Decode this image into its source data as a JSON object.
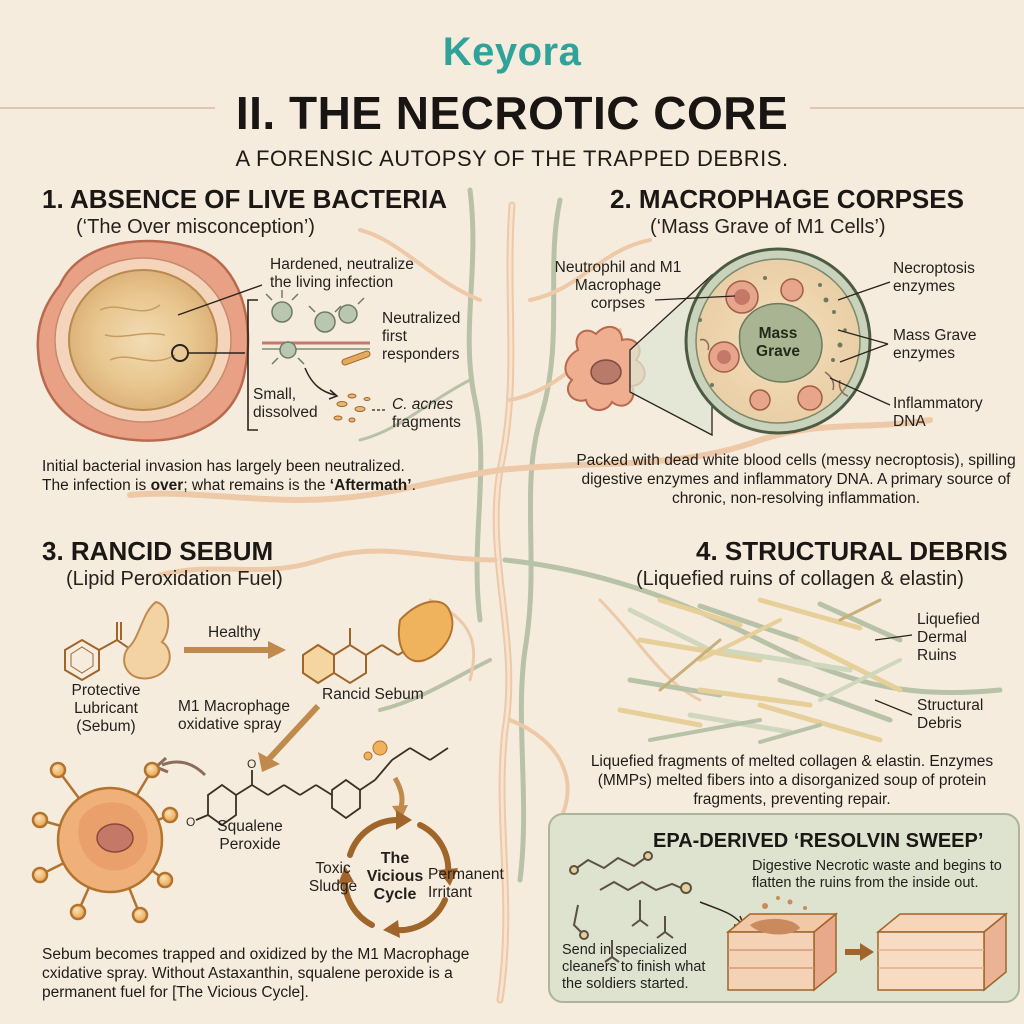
{
  "header": {
    "brand": "Keyora",
    "title": "II. THE NECROTIC CORE",
    "subtitle": "A FORENSIC AUTOPSY OF THE TRAPPED DEBRIS."
  },
  "section1": {
    "heading": "1. ABSENCE OF LIVE BACTERIA",
    "subheading": "(‘The Over misconception’)",
    "label_hardened": "Hardened, neutralize the living infection",
    "label_neutralized": "Neutralized first responders",
    "label_small": "Small, dissolved",
    "label_cacnes_italic": "C. acnes",
    "label_cacnes_rest": "fragments",
    "para_line1": "Initial bacterial invasion has largely been neutralized.",
    "para_line2_a": "The infection is ",
    "para_line2_b": "over",
    "para_line2_c": "; what remains is the ",
    "para_line2_d": "‘Aftermath’",
    "para_line2_e": "."
  },
  "section2": {
    "heading": "2. MACROPHAGE CORPSES",
    "subheading": "(‘Mass Grave of M1 Cells’)",
    "label_corpses": "Neutrophil and M1 Macrophage corpses",
    "label_grave": "Mass Grave",
    "label_necroptosis": "Necroptosis enzymes",
    "label_massgrave_enz": "Mass Grave enzymes",
    "label_dna": "Inflammatory DNA",
    "para": "Packed with dead white blood cells (messy necroptosis), spilling digestive enzymes and inflammatory DNA. A primary source of chronic, non-resolving inflammation."
  },
  "section3": {
    "heading": "3. RANCID SEBUM",
    "subheading": "(Lipid Peroxidation Fuel)",
    "label_healthy": "Healthy",
    "label_protective": "Protective Lubricant (Sebum)",
    "label_rancid": "Rancid Sebum",
    "label_m1spray": "M1 Macrophage oxidative spray",
    "label_squalene": "Squalene Peroxide",
    "cycle_title": "The Vicious Cycle",
    "label_toxic": "Toxic Sludge",
    "label_permanent": "Permanent Irritant",
    "para": "Sebum becomes trapped and oxidized by the M1 Macrophage cxidative spray. Without Astaxanthin, squalene peroxide is a permanent fuel for [The Vicious Cycle]."
  },
  "section4": {
    "heading": "4. STRUCTURAL DEBRIS",
    "subheading": "(Liquefied ruins of collagen & elastin)",
    "label_liquefied": "Liquefied Dermal Ruins",
    "label_structural": "Structural Debris",
    "para": "Liquefied fragments of melted collagen & elastin. Enzymes (MMPs) melted fibers into a disorganized soup of protein fragments, preventing repair."
  },
  "epa": {
    "title": "EPA-DERIVED ‘RESOLVIN SWEEP’",
    "text1": "Digestive Necrotic waste and begins to flatten the ruins from the inside out.",
    "text2": "Send in specialized cleaners to finish what the soldiers started."
  },
  "colors": {
    "background": "#f6ecde",
    "brand_teal": "#2fa39a",
    "vessel_peach": "#edc9a8",
    "vessel_sage": "#b7c2a6",
    "cell_pink": "#e8a184",
    "pus_yellow": "#e6cf98",
    "sebum_orange": "#efb35e",
    "epa_panel": "#dde3cf"
  }
}
